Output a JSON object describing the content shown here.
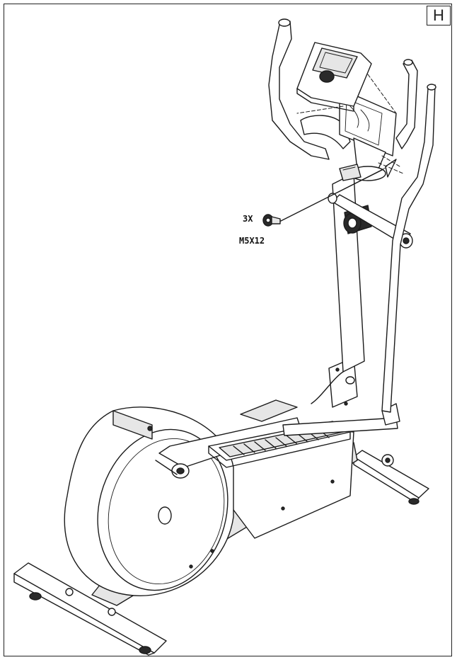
{
  "step_label": "H",
  "hardware": {
    "quantity": "3X",
    "spec": "M5X12"
  },
  "icons": {
    "bolt": "bolt-icon",
    "console": "console-icon",
    "elliptical": "elliptical-trainer-icon"
  }
}
